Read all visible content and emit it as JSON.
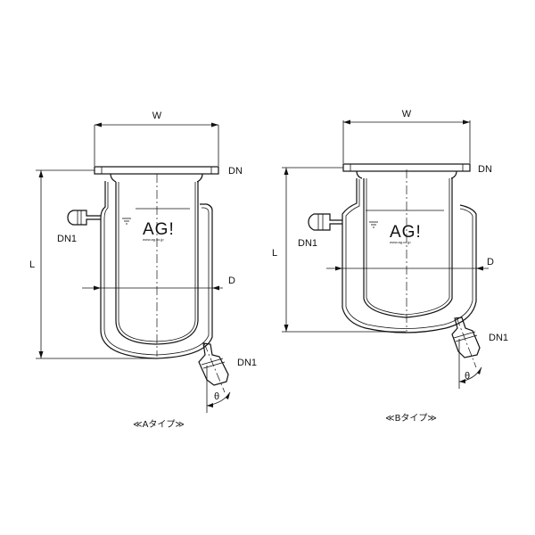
{
  "diagram_a": {
    "width_label": "W",
    "flange_label": "DN",
    "side_port_label": "DN1",
    "bottom_port_label": "DN1",
    "length_label": "L",
    "diameter_label": "D",
    "angle_label": "θ",
    "logo_text": "AG!",
    "logo_sub": "www.ag.co.jp",
    "caption": "≪Aタイプ≫"
  },
  "diagram_b": {
    "width_label": "W",
    "flange_label": "DN",
    "side_port_label": "DN1",
    "bottom_port_label": "DN1",
    "length_label": "L",
    "diameter_label": "D",
    "angle_label": "θ",
    "logo_text": "AG!",
    "logo_sub": "www.ag.co.jp",
    "caption": "≪Bタイプ≫"
  }
}
